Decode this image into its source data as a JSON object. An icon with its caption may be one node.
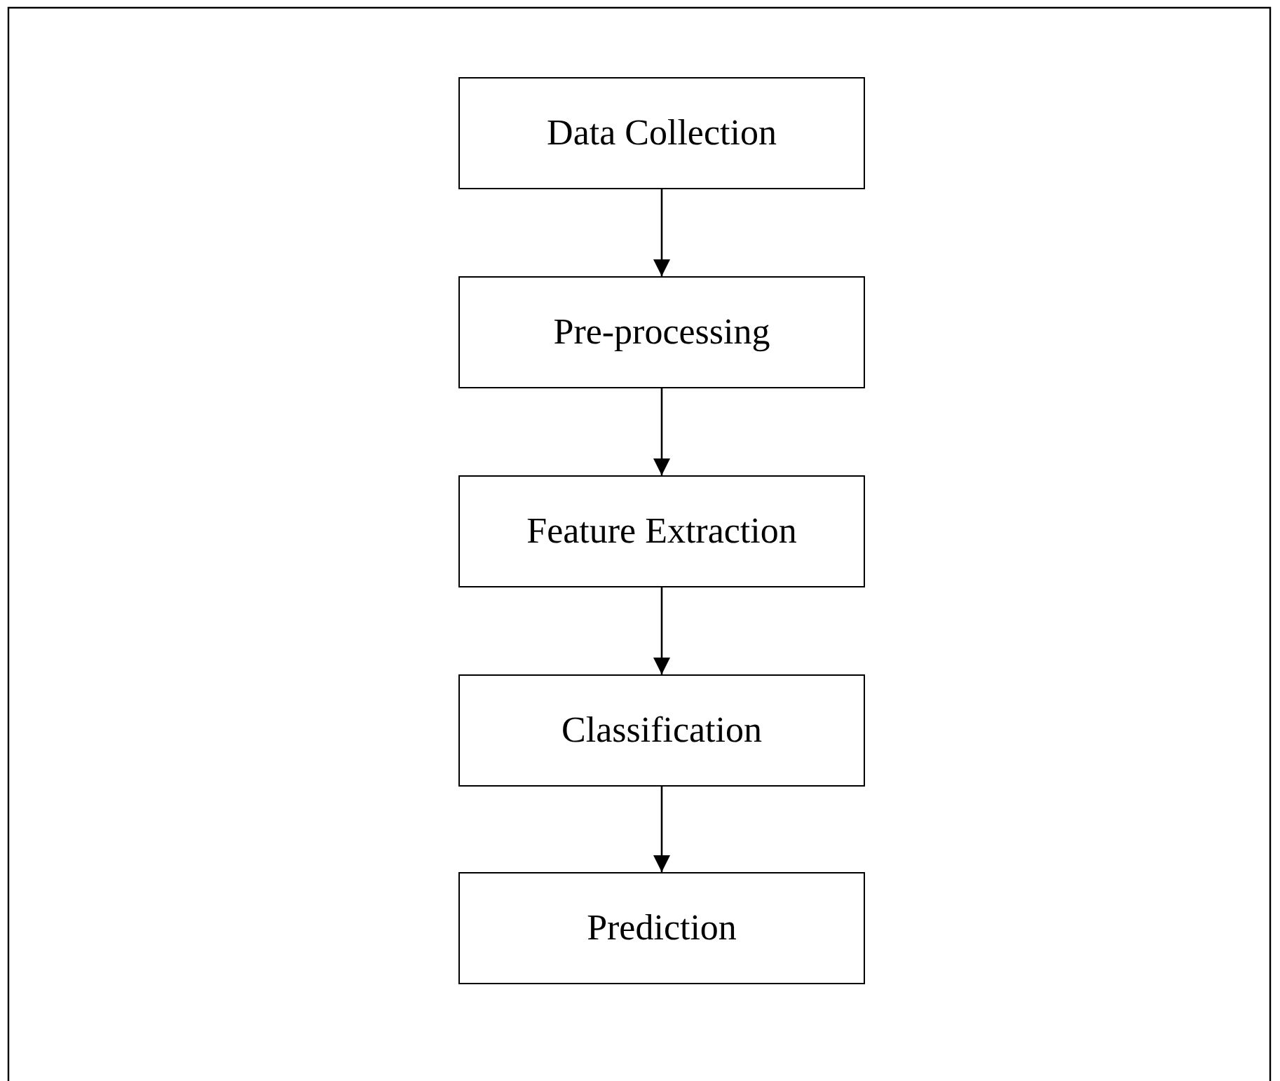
{
  "diagram": {
    "nodes": [
      {
        "text": [
          "Data Collection"
        ]
      },
      {
        "text": [
          "Pre-processing"
        ]
      },
      {
        "text": [
          "Feature Extraction"
        ]
      },
      {
        "text": [
          "Classification"
        ]
      },
      {
        "text": [
          "Prediction"
        ]
      }
    ],
    "edges": [
      {
        "from": 0,
        "to": 1,
        "arrow": "to"
      },
      {
        "from": 1,
        "to": 2,
        "arrow": "to"
      },
      {
        "from": 2,
        "to": 3,
        "arrow": "to"
      },
      {
        "from": 3,
        "to": 4,
        "arrow": "to"
      }
    ]
  }
}
